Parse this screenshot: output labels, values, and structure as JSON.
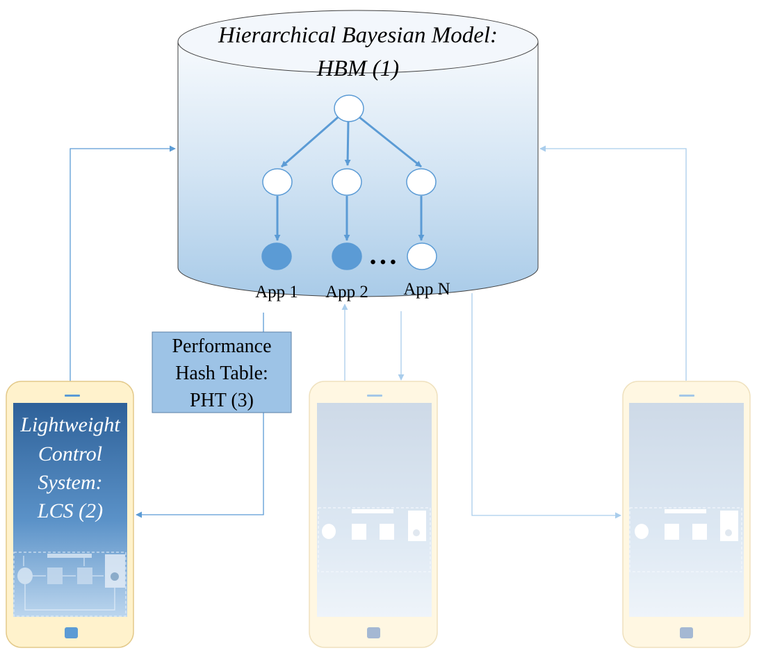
{
  "hbm": {
    "title_line1": "Hierarchical Bayesian Model:",
    "title_line2": "HBM (1)",
    "apps": [
      "App 1",
      "App 2",
      "App N"
    ],
    "ellipsis": "• • •"
  },
  "pht": {
    "line1": "Performance",
    "line2": "Hash Table:",
    "line3": "PHT (3)"
  },
  "lcs": {
    "line1": "Lightweight",
    "line2": "Control",
    "line3": "System:",
    "line4": "LCS (2)"
  },
  "colors": {
    "arrow": "#5b9bd5",
    "arrow_faded": "#a9cdec",
    "node_filled": "#5b9bd5",
    "phone_body": "#fff2cc",
    "pht_fill": "#9dc3e6"
  }
}
